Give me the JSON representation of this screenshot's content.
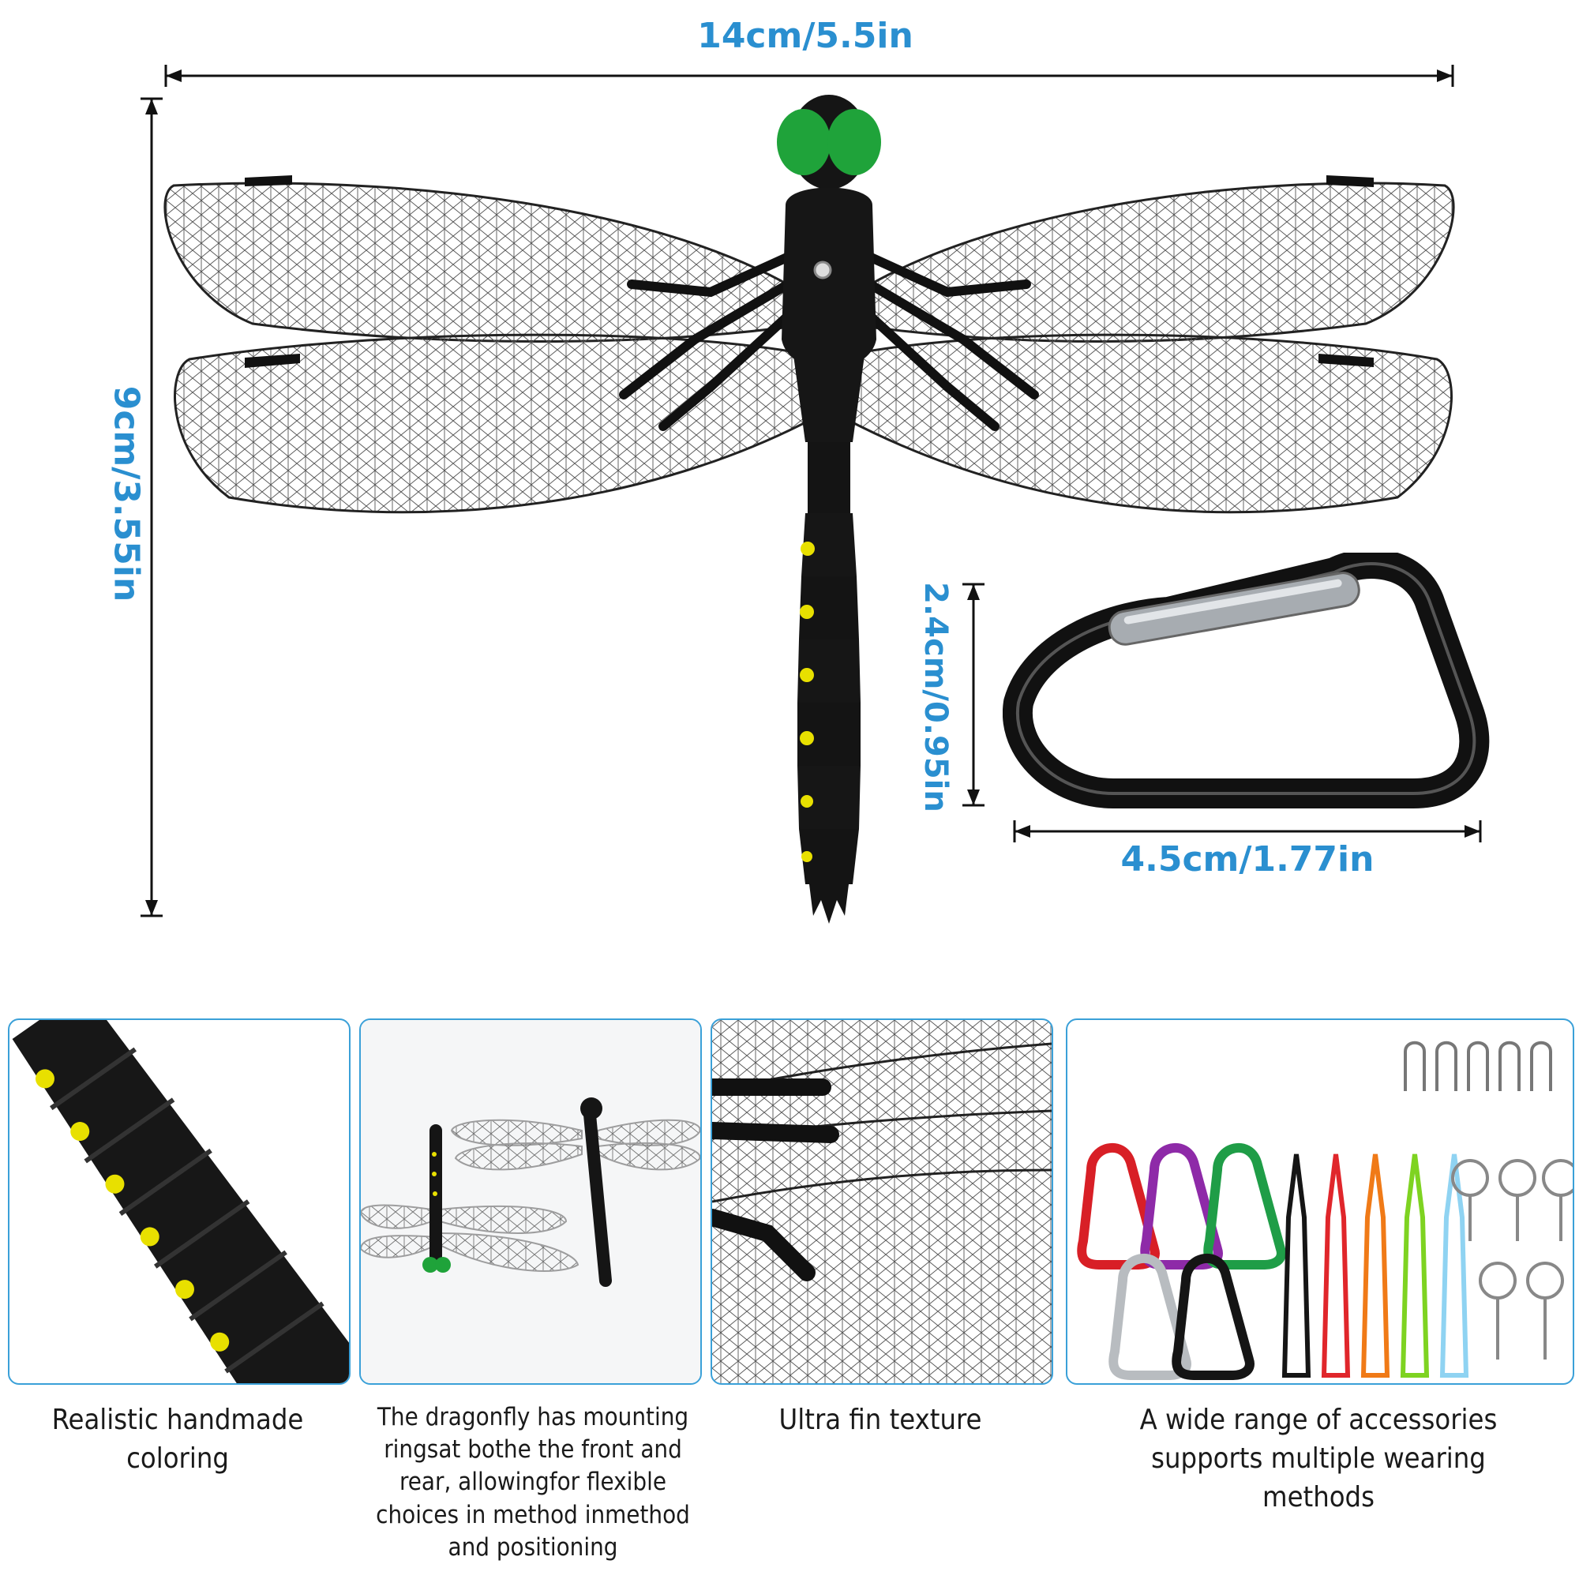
{
  "dimensions": {
    "width": "14cm/5.5in",
    "height": "9cm/3.55in",
    "clip_height": "2.4cm/0.95in",
    "clip_width": "4.5cm/1.77in"
  },
  "features": [
    {
      "caption": "Realistic handmade coloring"
    },
    {
      "caption": "The dragonfly has mounting ringsat bothe the front and rear, allowingfor flexible choices in method inmethod and positioning"
    },
    {
      "caption": "Ultra fin texture"
    },
    {
      "caption": "A wide range of accessories supports multiple wearing methods"
    }
  ],
  "colors": {
    "accent": "#2a8fd0",
    "panel_border": "#3aa0d8",
    "body": "#111111",
    "eyes": "#1fa33a",
    "spots": "#e8e000",
    "carabiners": [
      "#d81f26",
      "#8e2aa8",
      "#1f9d47",
      "#b8bcc0",
      "#151515"
    ],
    "lanyards": [
      "#151515",
      "#e0262b",
      "#f07a17",
      "#7ed321",
      "#8fd3f2"
    ]
  }
}
